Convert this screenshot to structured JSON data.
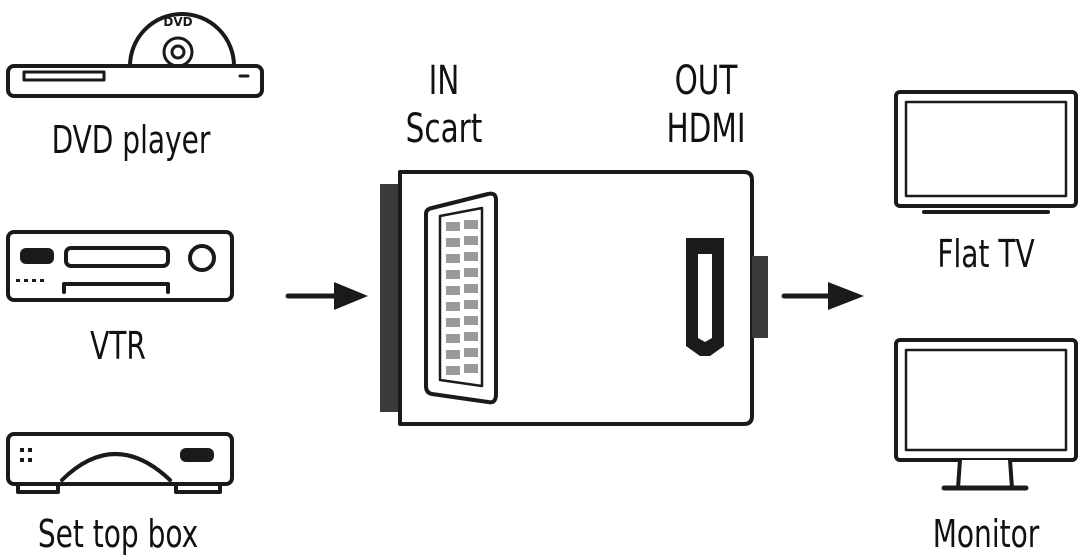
{
  "sources": {
    "dvd_player": {
      "label": "DVD player",
      "disc_text": "DVD"
    },
    "vtr": {
      "label": "VTR"
    },
    "set_top_box": {
      "label": "Set top box"
    }
  },
  "adapter": {
    "input_label": "IN",
    "input_type": "Scart",
    "output_label": "OUT",
    "output_type": "HDMI"
  },
  "outputs": {
    "flat_tv": {
      "label": "Flat TV"
    },
    "monitor": {
      "label": "Monitor"
    }
  },
  "colors": {
    "line": "#1a1a1a",
    "fill": "#ffffff",
    "accent_dark": "#3a3a3a",
    "port_gray": "#888888"
  }
}
